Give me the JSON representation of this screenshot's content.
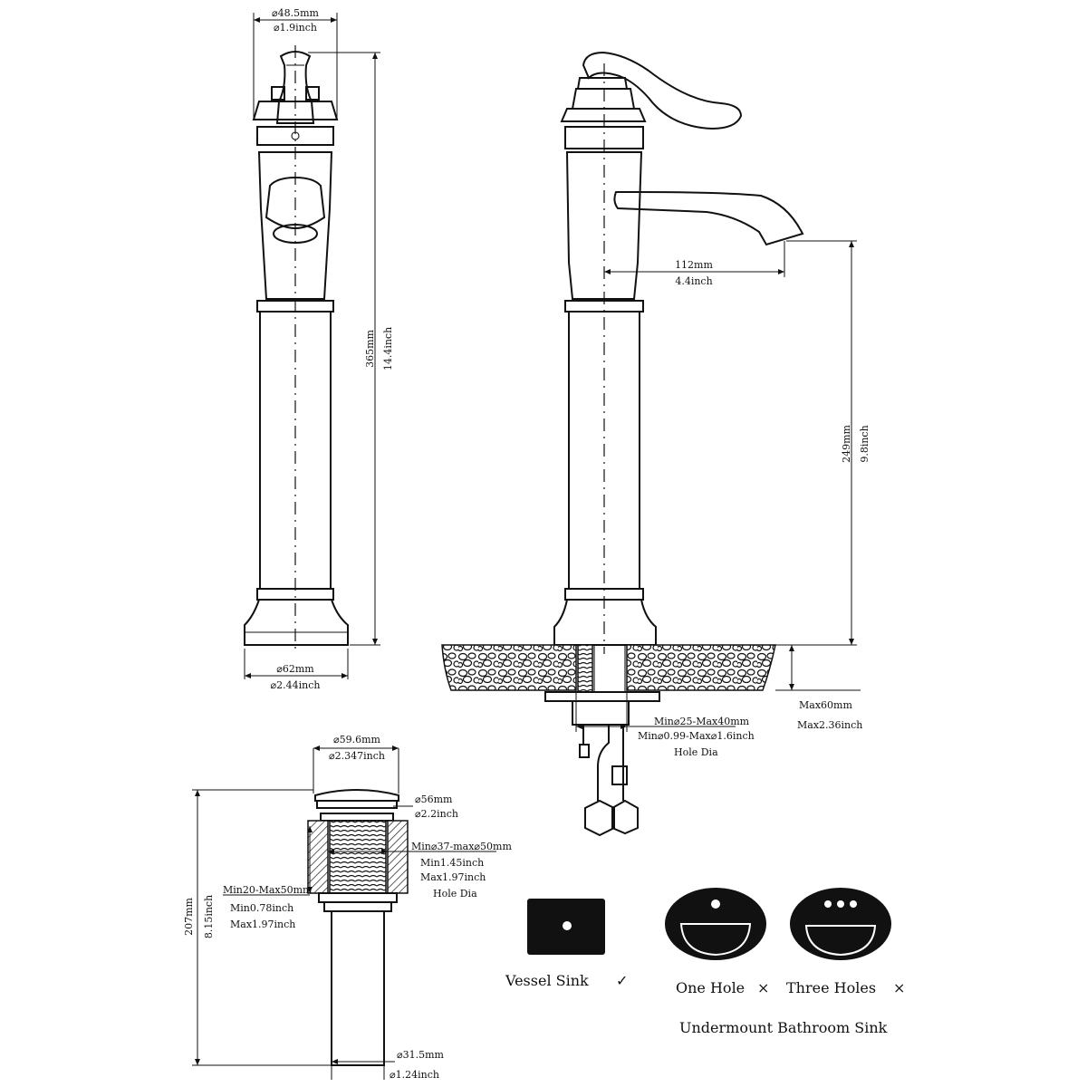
{
  "front_view": {
    "top_diameter_mm": "⌀48.5mm",
    "top_diameter_in": "⌀1.9inch",
    "height_mm": "365mm",
    "height_in": "14.4inch",
    "base_diameter_mm": "⌀62mm",
    "base_diameter_in": "⌀2.44inch"
  },
  "side_view": {
    "reach_mm": "112mm",
    "reach_in": "4.4inch",
    "spout_height_mm": "249mm",
    "spout_height_in": "9.8inch",
    "deck_thickness_mm": "Max60mm",
    "deck_thickness_in": "Max2.36inch",
    "hole_dia_mm": "Min⌀25-Max40mm",
    "hole_dia_in": "Min⌀0.99-Max⌀1.6inch",
    "hole_dia_label": "Hole Dia"
  },
  "drain": {
    "cap_diameter_mm": "⌀59.6mm",
    "cap_diameter_in": "⌀2.347inch",
    "flange_diameter_mm": "⌀56mm",
    "flange_diameter_in": "⌀2.2inch",
    "hole_range_mm": "Min⌀37-max⌀50mm",
    "hole_range_min_in": "Min1.45inch",
    "hole_range_max_in": "Max1.97inch",
    "hole_dia_label": "Hole Dia",
    "thickness_mm": "Min20-Max50mm",
    "thickness_min_in": "Min0.78inch",
    "thickness_max_in": "Max1.97inch",
    "height_mm": "207mm",
    "height_in": "8.15inch",
    "tail_diameter_mm": "⌀31.5mm",
    "tail_diameter_in": "⌀1.24inch"
  },
  "sinks": {
    "vessel_label": "Vessel Sink",
    "vessel_mark": "✓",
    "one_hole_label": "One Hole",
    "one_hole_mark": "×",
    "three_holes_label": "Three Holes",
    "three_holes_mark": "×",
    "undermount_label": "Undermount Bathroom Sink"
  }
}
